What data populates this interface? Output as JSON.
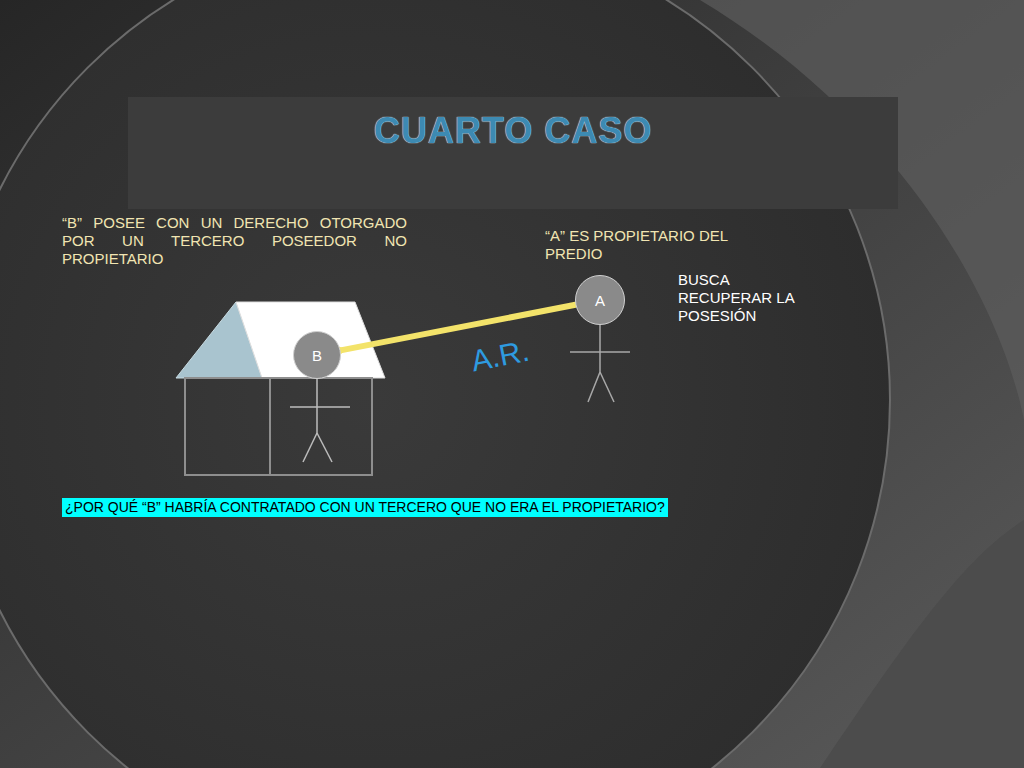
{
  "diagram": {
    "title": "CUARTO CASO",
    "nodes": [
      {
        "text": [
          "A"
        ]
      },
      {
        "text": [
          "B"
        ]
      }
    ],
    "edges": [
      {
        "from": 0,
        "to": 1,
        "arrow": "to",
        "label": "A.R."
      }
    ],
    "labels": [
      "“B” POSEE CON UN DERECHO OTORGADO POR UN TERCERO POSEEDOR NO PROPIETARIO",
      "“A” ES PROPIETARIO DEL PREDIO",
      "BUSCA RECUPERAR LA POSESIÓN",
      "¿POR QUÉ “B” HABRÍA CONTRATADO CON UN TERCERO QUE NO ERA EL PROPIETARIO?"
    ]
  }
}
